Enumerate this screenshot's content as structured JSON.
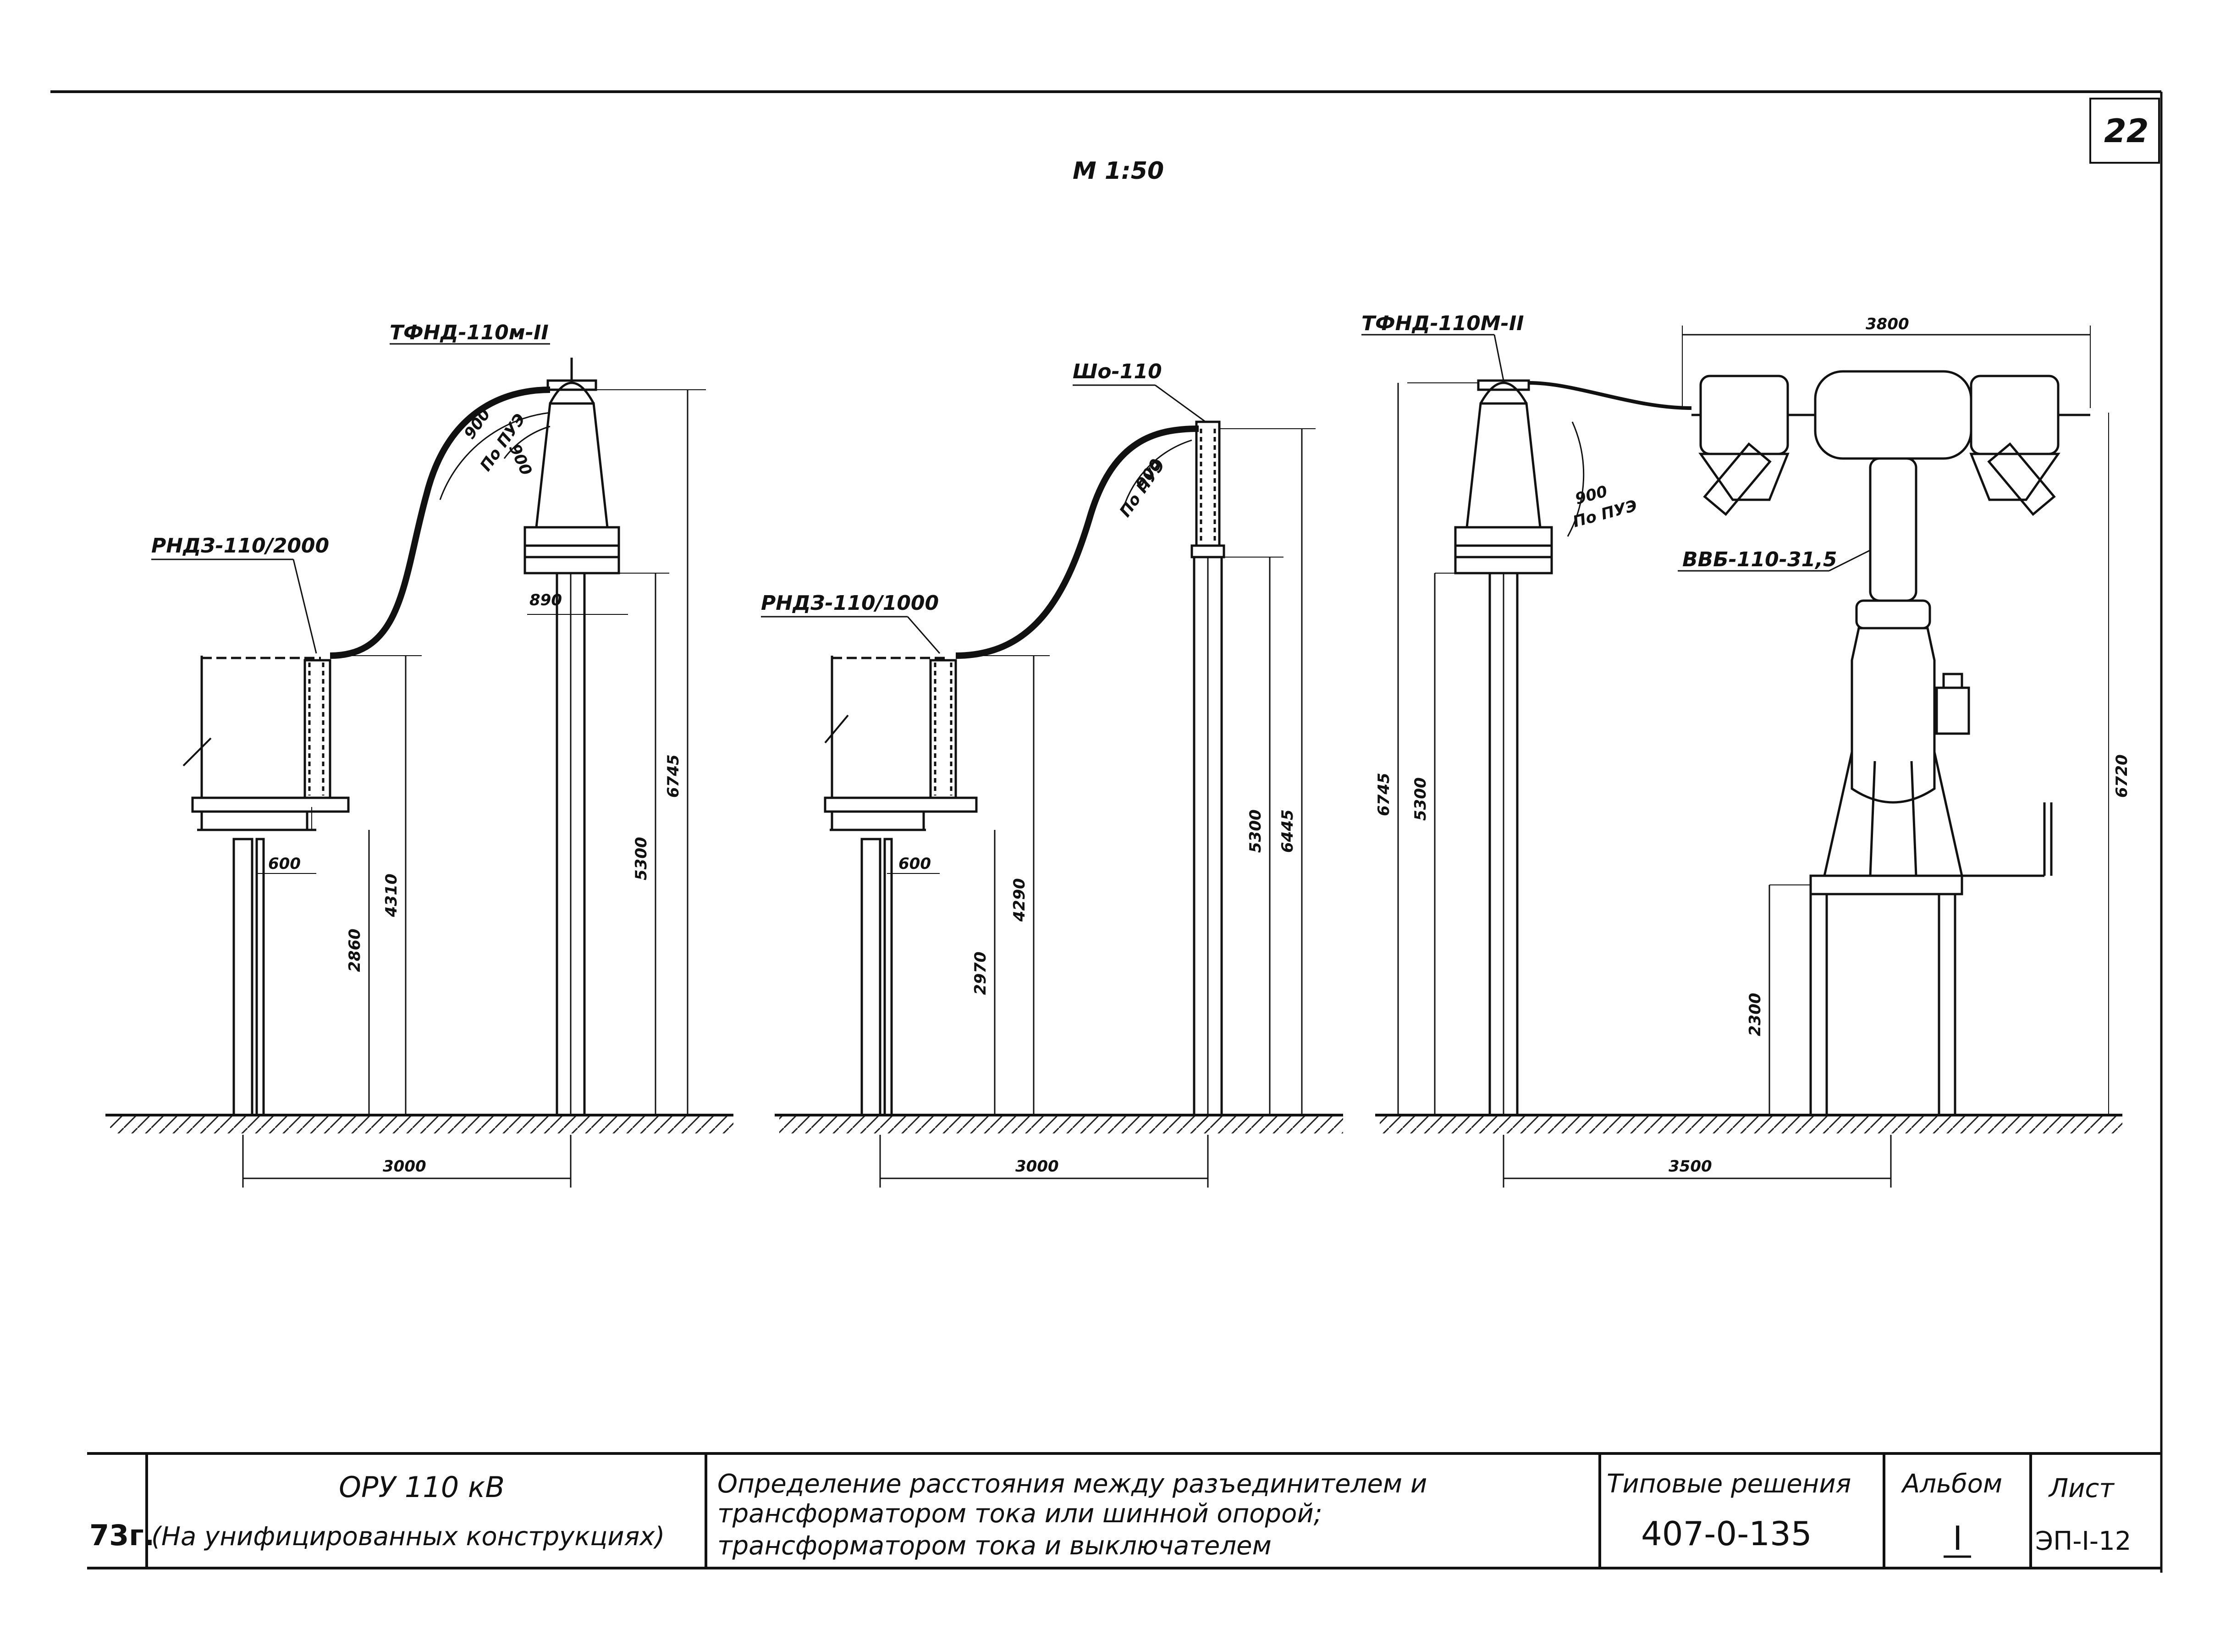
{
  "sheet": {
    "page_number": "22",
    "scale": "М 1:50"
  },
  "views": {
    "left": {
      "labels": {
        "disconnector": "РНДЗ-110/2000",
        "transformer": "ТФНД-110м-II",
        "clearance1": "900",
        "clearance2": "900",
        "clearance_rule": "По ПУЭ"
      },
      "dims": {
        "d600": "600",
        "d890": "890",
        "d2860": "2860",
        "d4310": "4310",
        "d5300": "5300",
        "d6745": "6745",
        "d3000": "3000"
      }
    },
    "middle": {
      "labels": {
        "disconnector": "РНДЗ-110/1000",
        "bus_support": "Шо-110",
        "clearance": "900",
        "clearance_rule": "По ПУЭ"
      },
      "dims": {
        "d600": "600",
        "d2970": "2970",
        "d4290": "4290",
        "d5300": "5300",
        "d6445": "6445",
        "d3000": "3000"
      }
    },
    "right": {
      "labels": {
        "transformer": "ТФНД-110М-II",
        "breaker": "ВВБ-110-31,5",
        "clearance": "900",
        "clearance_rule": "По ПУЭ"
      },
      "dims": {
        "d3800": "3800",
        "d6745": "6745",
        "d5300": "5300",
        "d2300": "2300",
        "d6720": "6720",
        "d3500": "3500"
      }
    }
  },
  "title_block": {
    "year": "73г.",
    "object_title": "ОРУ 110 кВ",
    "object_subtitle": "(На унифицированных конструкциях)",
    "description_1": "Определение расстояния между разъединителем и",
    "description_2": "трансформатором тока или шинной опорой;",
    "description_3": "трансформатором тока и выключателем",
    "series_label": "Типовые решения",
    "series_value": "407-0-135",
    "album_label": "Альбом",
    "album_value": "I",
    "sheet_label": "Лист",
    "sheet_value": "ЭП-I-12"
  }
}
